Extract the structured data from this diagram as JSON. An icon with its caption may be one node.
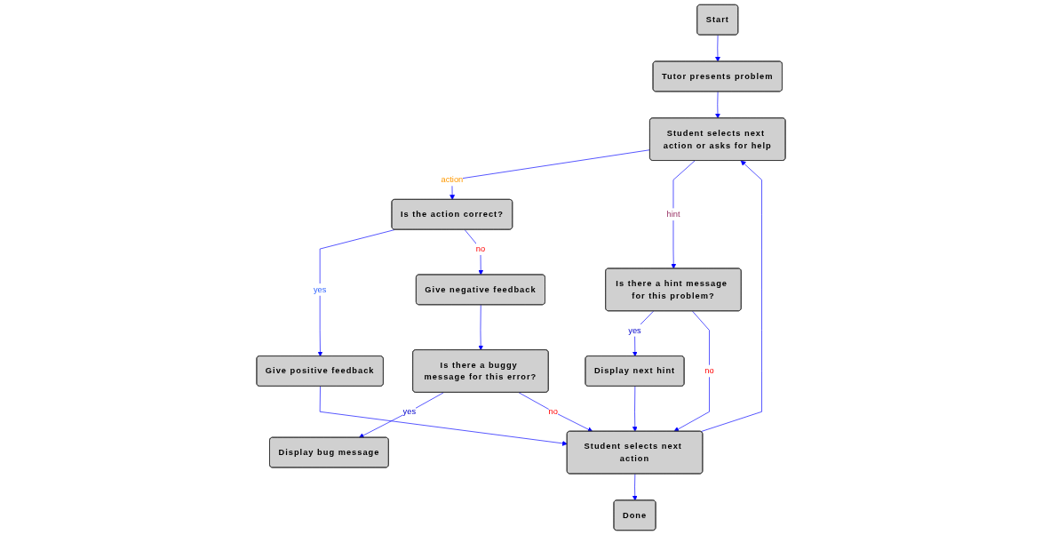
{
  "diagram": {
    "nodes": [
      {
        "text": [
          "Start"
        ]
      },
      {
        "text": [
          "Tutor presents problem"
        ]
      },
      {
        "text": [
          "Student selects next action or asks for help"
        ]
      },
      {
        "text": [
          "Is the action correct?"
        ]
      },
      {
        "text": [
          "Give negative feedback"
        ]
      },
      {
        "text": [
          "Is there a buggy message for this error?"
        ]
      },
      {
        "text": [
          "Is there a hint message for this problem?"
        ]
      },
      {
        "text": [
          "Done"
        ]
      },
      {
        "text": [
          "Student selects next action"
        ]
      },
      {
        "text": [
          "Give positive feedback"
        ]
      },
      {
        "text": [
          "Display bug message"
        ]
      },
      {
        "text": [
          "Display next hint"
        ]
      }
    ],
    "edges": [
      {
        "from": 0,
        "to": 1,
        "arrow": "to"
      },
      {
        "from": 1,
        "to": 2,
        "arrow": "to"
      },
      {
        "from": 2,
        "to": 3,
        "arrow": "to",
        "label": "action"
      },
      {
        "from": 3,
        "to": 9,
        "arrow": "to",
        "label": "yes"
      },
      {
        "from": 3,
        "to": 4,
        "arrow": "to",
        "label": "no"
      },
      {
        "from": 4,
        "to": 5,
        "arrow": "to"
      },
      {
        "from": 5,
        "to": 10,
        "arrow": "to",
        "label": "yes"
      },
      {
        "from": 5,
        "to": 8,
        "arrow": "to",
        "label": "no"
      },
      {
        "from": 2,
        "to": 6,
        "arrow": "to",
        "label": "hint"
      },
      {
        "from": 6,
        "to": 11,
        "arrow": "to",
        "label": "yes"
      },
      {
        "from": 6,
        "to": 8,
        "arrow": "to",
        "label": "no"
      },
      {
        "from": 11,
        "to": 8,
        "arrow": "to"
      },
      {
        "from": 9,
        "to": 8,
        "arrow": "to"
      },
      {
        "from": 8,
        "to": 7,
        "arrow": "to"
      },
      {
        "from": 8,
        "to": 2,
        "arrow": "to"
      }
    ]
  }
}
